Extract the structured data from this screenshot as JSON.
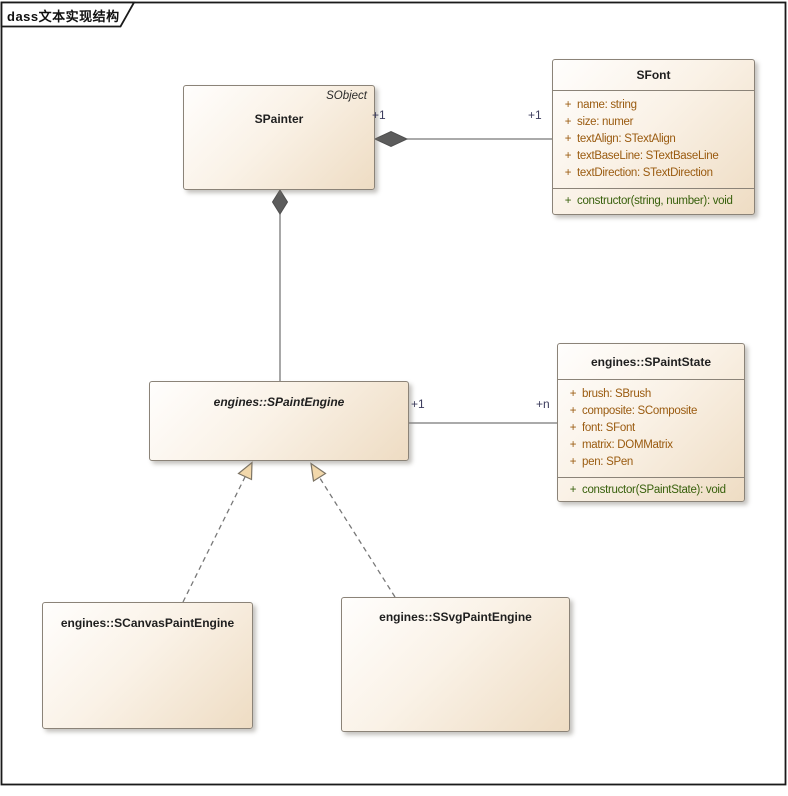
{
  "diagram": {
    "tab_title": "dass文本实现结构"
  },
  "classes": {
    "spainter": {
      "name": "SPainter",
      "stereotype": "SObject"
    },
    "sfont": {
      "name": "SFont",
      "attributes": [
        {
          "vis": "+",
          "text": "name: string"
        },
        {
          "vis": "+",
          "text": "size: numer"
        },
        {
          "vis": "+",
          "text": "textAlign: STextAlign"
        },
        {
          "vis": "+",
          "text": "textBaseLine: STextBaseLine"
        },
        {
          "vis": "+",
          "text": "textDirection: STextDirection"
        }
      ],
      "operations": [
        {
          "vis": "+",
          "text": "constructor(string, number): void"
        }
      ]
    },
    "spaintengine": {
      "name": "engines::SPaintEngine"
    },
    "spaintstate": {
      "name": "engines::SPaintState",
      "attributes": [
        {
          "vis": "+",
          "text": "brush: SBrush"
        },
        {
          "vis": "+",
          "text": "composite: SComposite"
        },
        {
          "vis": "+",
          "text": "font: SFont"
        },
        {
          "vis": "+",
          "text": "matrix: DOMMatrix"
        },
        {
          "vis": "+",
          "text": "pen: SPen"
        }
      ],
      "operations": [
        {
          "vis": "+",
          "text": "constructor(SPaintState): void"
        }
      ]
    },
    "scanvaspaintengine": {
      "name": "engines::SCanvasPaintEngine"
    },
    "ssvgpaintengine": {
      "name": "engines::SSvgPaintEngine"
    }
  },
  "connectors": {
    "painter_font": {
      "type": "composition",
      "source_mult": "+1",
      "target_mult": "+1"
    },
    "painter_engine": {
      "type": "composition"
    },
    "engine_state": {
      "type": "association",
      "source_mult": "+1",
      "target_mult": "+n"
    },
    "canvas_engine": {
      "type": "realization"
    },
    "svg_engine": {
      "type": "realization"
    }
  },
  "colors": {
    "attribute_text": "#9a5b10",
    "operation_text": "#38600c",
    "multiplicity_text": "#3c3c5c",
    "box_fill_start": "#fffefd",
    "box_fill_end": "#eedcc3",
    "box_border": "#8b8378",
    "connector_line": "#787878",
    "diamond_fill": "#5c5c5c",
    "triangle_fill": "#f2d8ab",
    "frame_border": "#1a1a1a"
  }
}
